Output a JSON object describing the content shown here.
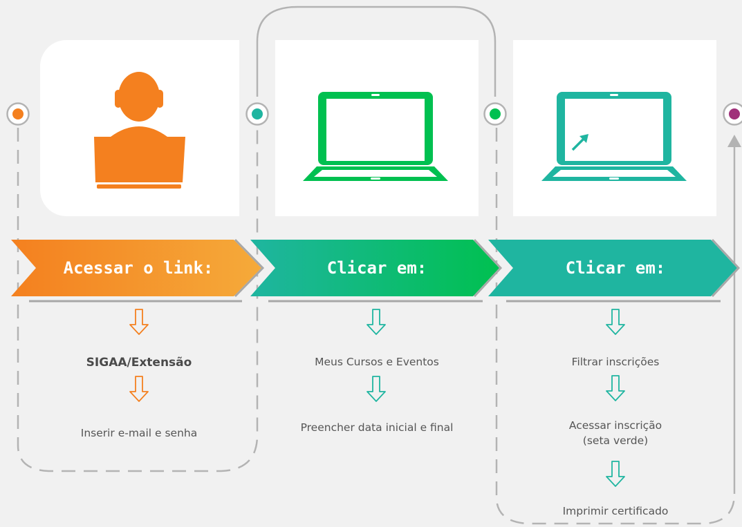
{
  "columns": [
    {
      "banner": "Acessar o link:",
      "steps": [
        {
          "text": "SIGAA/Extensão",
          "bold": true
        },
        {
          "text": "Inserir e-mail e senha",
          "bold": false
        }
      ],
      "icon": "person-at-laptop-icon",
      "color": "#f4801f"
    },
    {
      "banner": "Clicar em:",
      "steps": [
        {
          "text": "Meus Cursos e Eventos",
          "bold": false
        },
        {
          "text": "Preencher data inicial e final",
          "bold": false
        }
      ],
      "icon": "laptop-icon",
      "color": "#00c050"
    },
    {
      "banner": "Clicar em:",
      "steps": [
        {
          "text": "Filtrar inscrições",
          "bold": false
        },
        {
          "text": "Acessar inscrição",
          "bold": false
        },
        {
          "text": "(seta verde)",
          "bold": false
        },
        {
          "text": "Imprimir certificado",
          "bold": false
        }
      ],
      "icon": "laptop-arrow-icon",
      "color": "#1fb5a0"
    }
  ],
  "colors": {
    "orange": "#f4801f",
    "teal": "#1fb5a0",
    "green": "#00c050",
    "purple": "#a0307a",
    "connector": "#b3b3b3"
  }
}
